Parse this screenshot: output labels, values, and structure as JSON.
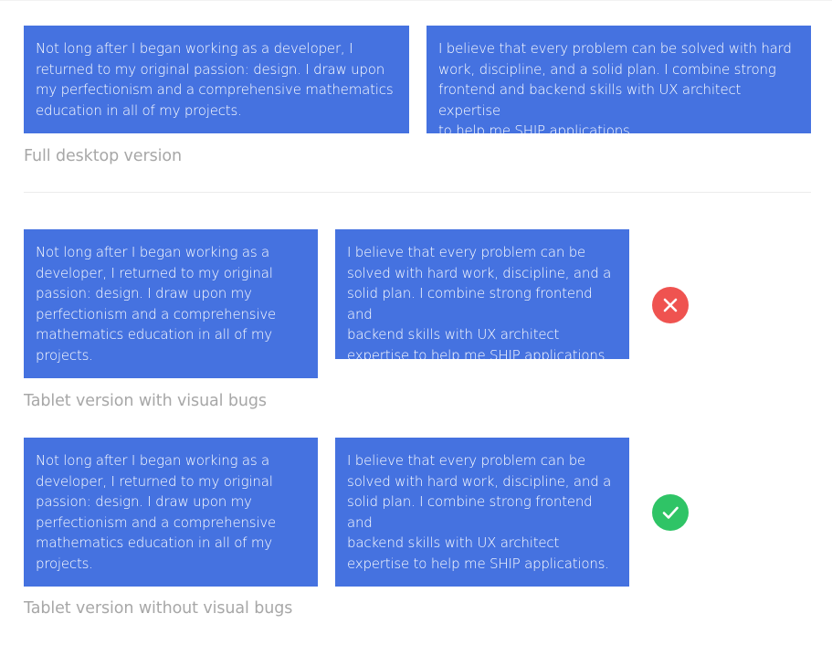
{
  "colors": {
    "box_background": "#4572e0",
    "caption_text": "#a7a7a7",
    "error_icon": "#ef5350",
    "success_icon": "#2fc466"
  },
  "desktop": {
    "box_left_lines": [
      "Not long after I began working as a developer, I",
      "returned to my original passion: design. I draw upon",
      "my perfectionism and a comprehensive mathematics",
      "education in all of my projects."
    ],
    "box_right_lines": [
      "I believe that every problem can be solved with hard",
      "work, discipline, and a solid plan. I combine strong",
      "frontend and backend skills with UX architect expertise",
      "to help me SHIP applications."
    ],
    "caption": "Full desktop version"
  },
  "tablet_bugs": {
    "box_left_lines": [
      "Not long after I began working as a",
      "developer, I returned to my original",
      "passion: design. I draw upon my",
      "perfectionism and a comprehensive",
      "mathematics education in all of my",
      "projects."
    ],
    "box_right_lines": [
      "I believe that every problem can be",
      "solved with hard work, discipline, and a",
      "solid plan. I combine strong frontend and",
      "backend skills with UX architect",
      "expertise to help me SHIP applications."
    ],
    "caption": "Tablet version with visual bugs",
    "icon": "close-icon"
  },
  "tablet_fixed": {
    "box_left_lines": [
      "Not long after I began working as a",
      "developer, I returned to my original",
      "passion: design. I draw upon my",
      "perfectionism and a comprehensive",
      "mathematics education in all of my",
      "projects."
    ],
    "box_right_lines": [
      "I believe that every problem can be",
      "solved with hard work, discipline, and a",
      "solid plan. I combine strong frontend and",
      "backend skills with UX architect",
      "expertise to help me SHIP applications."
    ],
    "caption": "Tablet version without visual bugs",
    "icon": "check-icon"
  }
}
